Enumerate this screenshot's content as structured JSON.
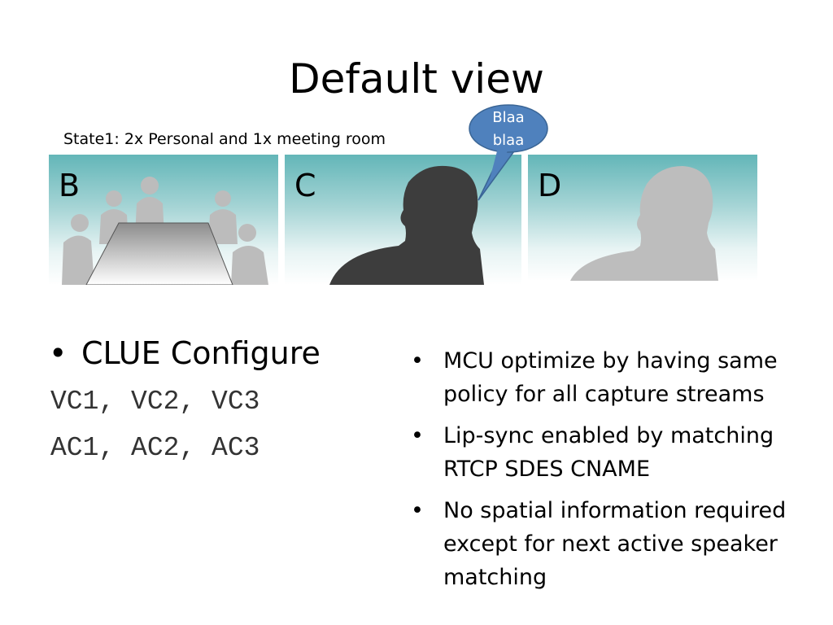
{
  "slide": {
    "title": "Default view",
    "state_label": "State1: 2x Personal and 1x meeting room",
    "panels": [
      {
        "letter": "B"
      },
      {
        "letter": "C"
      },
      {
        "letter": "D"
      }
    ],
    "speech_bubble": {
      "line1": "Blaa",
      "line2": "blaa",
      "color": "#4f81bd"
    },
    "left": {
      "bullet": "CLUE Configure",
      "code_lines": [
        "VC1, VC2, VC3",
        "AC1, AC2, AC3"
      ]
    },
    "right_bullets": [
      "MCU optimize by having same policy for all capture streams",
      "Lip-sync enabled by matching RTCP SDES CNAME",
      "No spatial information required except for next active speaker matching"
    ],
    "bullet_glyph": "•",
    "colors": {
      "panel_teal": "#63b6b8",
      "active_speaker": "#3d3d3d",
      "inactive_silhouette": "#bdbdbd"
    }
  }
}
